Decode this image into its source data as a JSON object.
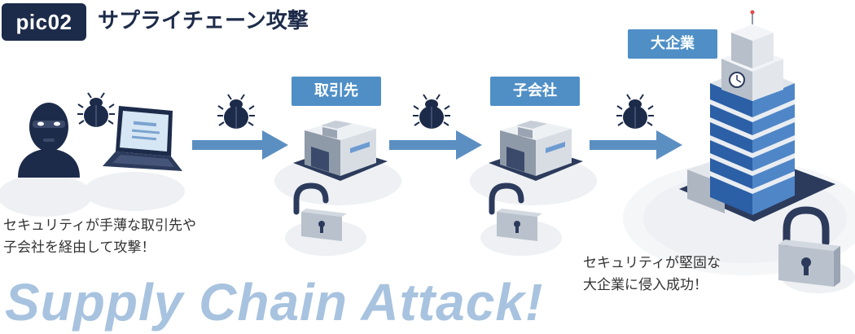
{
  "header": {
    "tag": "pic02",
    "title": "サプライチェーン攻撃"
  },
  "nodes": {
    "partner": {
      "label": "取引先"
    },
    "subsidiary": {
      "label": "子会社"
    },
    "enterprise": {
      "label": "大企業"
    }
  },
  "captions": {
    "left_line1": "セキュリティが手薄な取引先や",
    "left_line2": "子会社を経由して攻撃！",
    "right_line1": "セキュリティが堅固な",
    "right_line2": "大企業に侵入成功！"
  },
  "headline": "Supply Chain Attack!",
  "colors": {
    "navy": "#1d2b4a",
    "accent_blue": "#4f8fc6",
    "headline": "#a8c3df",
    "arrow": "#5b8fc2"
  },
  "icons": [
    "hacker-icon",
    "laptop-icon",
    "bug-icon",
    "small-office-icon",
    "padlock-icon",
    "skyscraper-icon",
    "arrow-icon"
  ]
}
